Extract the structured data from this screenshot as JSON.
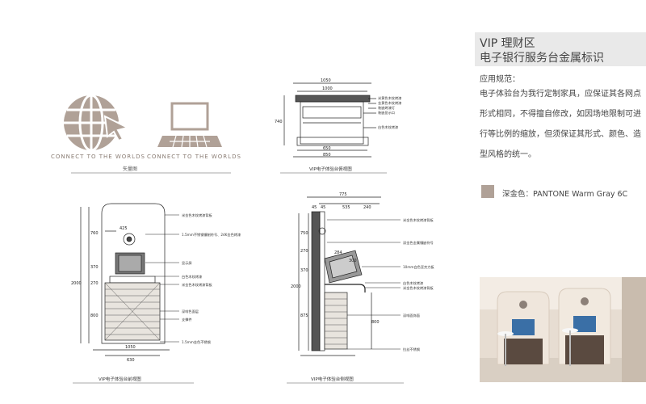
{
  "brand_color": "#b0a197",
  "icons": {
    "globe_icon": "globe-cursor-icon",
    "laptop_icon": "laptop-icon",
    "caption1": "CONNECT TO THE WORLDS",
    "caption2": "CONNECT TO THE WORLDS",
    "group_caption": "矢量图"
  },
  "top_view": {
    "dims": [
      "1050",
      "1000",
      "740",
      "650",
      "850"
    ],
    "annotations": [
      "米黄色木纹烤漆",
      "金黄色木纹烤漆",
      "装嵌烤漆灯",
      "装嵌显示口",
      "白色木纹烤漆"
    ],
    "caption": "VIP电子体验台俯视图"
  },
  "front_view": {
    "dims_top": [
      "425"
    ],
    "dims_left": [
      "760",
      "370",
      "270",
      "800",
      "2000"
    ],
    "dims_bottom": [
      "1050",
      "630"
    ],
    "annotations": [
      "米金色木纹烤漆背板",
      "1.5mm不锈钢镶制符号、24K金色烤漆",
      "显示屏",
      "白色木纹烤漆",
      "米金色木纹烤漆背板",
      "深啡色面层",
      "支撑件",
      "1.5mm金色不锈钢"
    ],
    "caption": "VIP电子体验台前视图"
  },
  "side_view": {
    "dims_top": [
      "775",
      "535",
      "240",
      "45",
      "45"
    ],
    "dims_inner": [
      "284",
      "300"
    ],
    "dims_left": [
      "750",
      "270",
      "370",
      "2000",
      "875",
      "800"
    ],
    "annotations": [
      "米金色木纹烤漆背板",
      "深金色金属镶嵌符号",
      "10mm白色亚克力板",
      "白色木纹烤漆",
      "米金色木纹烤漆背板",
      "深啡面饰面",
      "拉丝不锈钢"
    ],
    "caption": "VIP电子体验台侧视图"
  },
  "sidebar": {
    "title_line1": "VIP 理财区",
    "title_line2": "电子银行服务台金属标识",
    "section_heading": "应用规范：",
    "body": "电子体验台为我行定制家具，应保证其各网点形式相同，不得擅自修改，如因场地限制可进行等比例的缩放，但须保证其形式、颜色、造型风格的统一。",
    "color_label": "深金色：PANTONE Warm Gray 6C",
    "photo": "vip-counter-photo"
  }
}
